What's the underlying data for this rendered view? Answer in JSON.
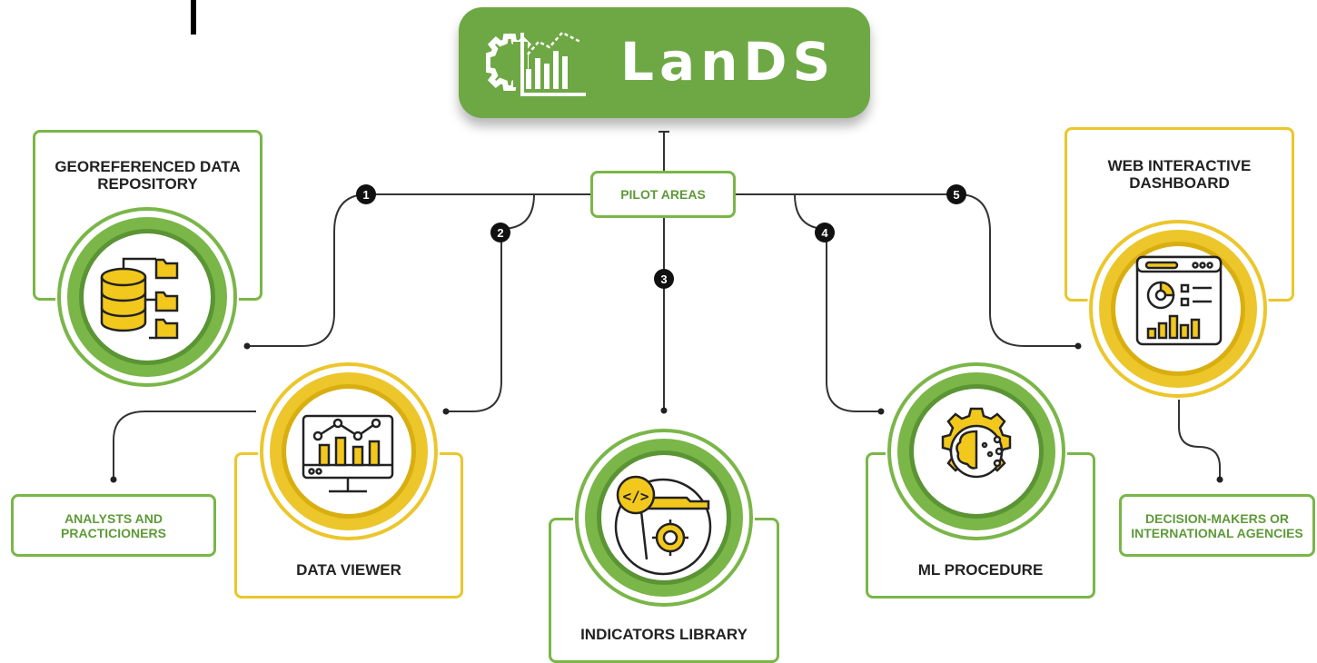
{
  "header": {
    "logo_text": "LanDS"
  },
  "hub": {
    "label": "PILOT AREAS"
  },
  "components": [
    {
      "number": "1",
      "title_lines": [
        "GEOREFERENCED DATA",
        "REPOSITORY"
      ],
      "icon": "database-folders-icon",
      "ring_color": "green"
    },
    {
      "number": "2",
      "title_lines": [
        "DATA VIEWER"
      ],
      "icon": "monitor-chart-icon",
      "ring_color": "yellow"
    },
    {
      "number": "3",
      "title_lines": [
        "INDICATORS LIBRARY"
      ],
      "icon": "code-folder-gear-icon",
      "ring_color": "green"
    },
    {
      "number": "4",
      "title_lines": [
        "ML PROCEDURE"
      ],
      "icon": "brain-gear-icon",
      "ring_color": "green"
    },
    {
      "number": "5",
      "title_lines": [
        "WEB INTERACTIVE",
        "DASHBOARD"
      ],
      "icon": "dashboard-window-icon",
      "ring_color": "yellow"
    }
  ],
  "audiences": {
    "analysts_lines": [
      "ANALYSTS AND",
      "PRACTICIONERS"
    ],
    "decision_lines": [
      "DECISION-MAKERS OR",
      "INTERNATIONAL AGENCIES"
    ]
  },
  "colors": {
    "green": "#7ab648",
    "green_dark": "#5e9a38",
    "logo_green": "#6ea845",
    "yellow": "#ecc62b",
    "line": "#333333"
  }
}
